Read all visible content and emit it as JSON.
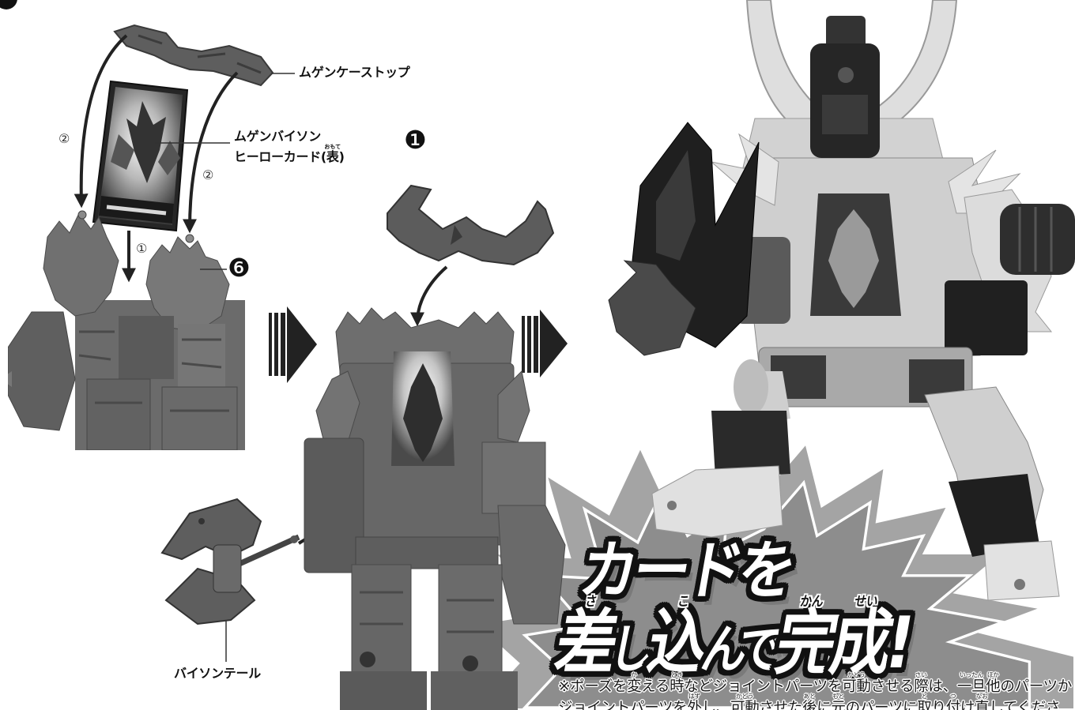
{
  "colors": {
    "ink": "#111111",
    "paper": "#ffffff",
    "burst": "#a4a4a4",
    "burst_inner": "#8d8d8d"
  },
  "callouts": {
    "case_top_label": "ムゲンケーストップ",
    "card_name": "ムゲンバイソン",
    "card_type_before": "ヒーローカード(",
    "card_type_kanji": "表",
    "card_type_ruby": "おもて",
    "card_type_after": ")",
    "tail_label": "バイソンテール"
  },
  "markers": {
    "order_left": "②",
    "order_right": "②",
    "order_down": "①",
    "part_6": "❻",
    "part_1": "❶"
  },
  "headline": {
    "line1": "カードを",
    "line2": [
      {
        "t": "差",
        "r": "さ"
      },
      {
        "t": "し"
      },
      {
        "t": "込",
        "r": "こ"
      },
      {
        "t": "んで"
      },
      {
        "t": "完",
        "r": "かん"
      },
      {
        "t": "成",
        "r": "せい"
      },
      {
        "t": "!"
      }
    ]
  },
  "note": {
    "lines": [
      [
        {
          "t": "※ポーズを"
        },
        {
          "t": "変",
          "r": "か"
        },
        {
          "t": "える"
        },
        {
          "t": "時",
          "r": "とき"
        },
        {
          "t": "などジョイントパーツを"
        },
        {
          "t": "可動",
          "r": "かどう"
        },
        {
          "t": "させる"
        },
        {
          "t": "際",
          "r": "さい"
        },
        {
          "t": "は、"
        },
        {
          "t": "一旦",
          "r": "いったん"
        },
        {
          "t": "他",
          "r": "ほか"
        },
        {
          "t": "のパーツか"
        }
      ],
      [
        {
          "t": "ジョイントパーツを"
        },
        {
          "t": "外",
          "r": "はず"
        },
        {
          "t": "し、"
        },
        {
          "t": "可動",
          "r": "かどう"
        },
        {
          "t": "させた"
        },
        {
          "t": "後",
          "r": "あと"
        },
        {
          "t": "に"
        },
        {
          "t": "元",
          "r": "もと"
        },
        {
          "t": "のパーツに"
        },
        {
          "t": "取",
          "r": "と"
        },
        {
          "t": "り"
        },
        {
          "t": "付",
          "r": "つ"
        },
        {
          "t": "け"
        },
        {
          "t": "直",
          "r": "なお"
        },
        {
          "t": "してくださ"
        }
      ]
    ]
  }
}
